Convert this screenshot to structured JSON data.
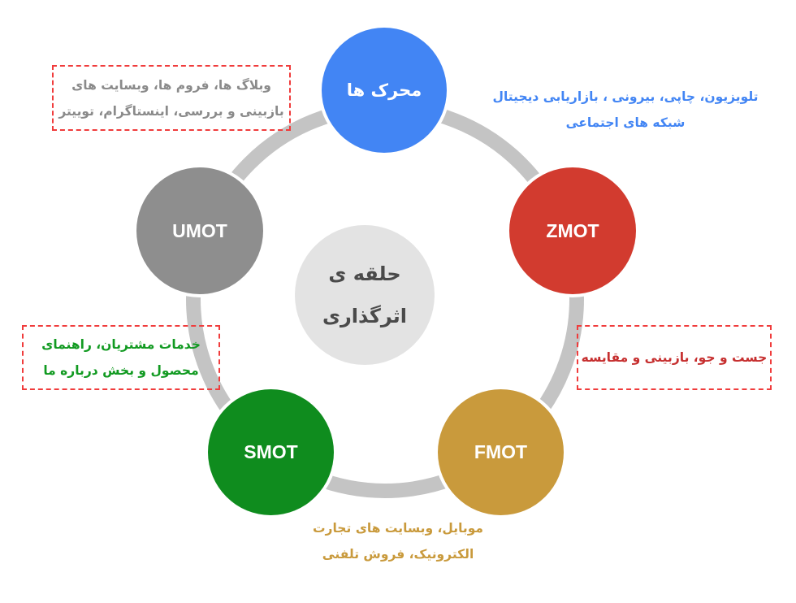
{
  "diagram": {
    "title": "حلقه ی اثرگذاری",
    "center": {
      "line1": "حلقه ی",
      "line2": "اثرگذاری",
      "color": "#e3e3e3",
      "text_color": "#4a4a4a"
    },
    "ring_color": "#c4c4c4",
    "nodes": [
      {
        "id": "drivers",
        "label": "محرک ها",
        "color": "#4285f4"
      },
      {
        "id": "zmot",
        "label": "ZMOT",
        "color": "#d23b2f"
      },
      {
        "id": "fmot",
        "label": "FMOT",
        "color": "#c99a3c"
      },
      {
        "id": "smot",
        "label": "SMOT",
        "color": "#0f8c1e"
      },
      {
        "id": "umot",
        "label": "UMOT",
        "color": "#8e8e8e"
      }
    ],
    "notes": {
      "drivers": {
        "line1": "تلویزیون، چاپی، بیرونی ، بازاریابی دیجیتال",
        "line2": "شبکه های اجتماعی",
        "color": "#4285f4",
        "boxed": false
      },
      "zmot": {
        "line1": "جست و جو، بازبینی و مقایسه",
        "color": "#c62f2f",
        "boxed": true
      },
      "fmot": {
        "line1": "موبایل، وبسایت های تجارت",
        "line2": "الکترونیک، فروش تلفنی",
        "color": "#c99a3c",
        "boxed": false
      },
      "smot": {
        "line1": "خدمات مشتریان، راهنمای",
        "line2": "محصول و بخش درباره ما",
        "color": "#119a21",
        "boxed": true
      },
      "umot": {
        "line1": "وبلاگ ها، فروم ها، وبسایت های",
        "line2": "بازبینی و بررسی، اینستاگرام، توییتر",
        "color": "#8a8a8a",
        "boxed": true
      }
    }
  }
}
